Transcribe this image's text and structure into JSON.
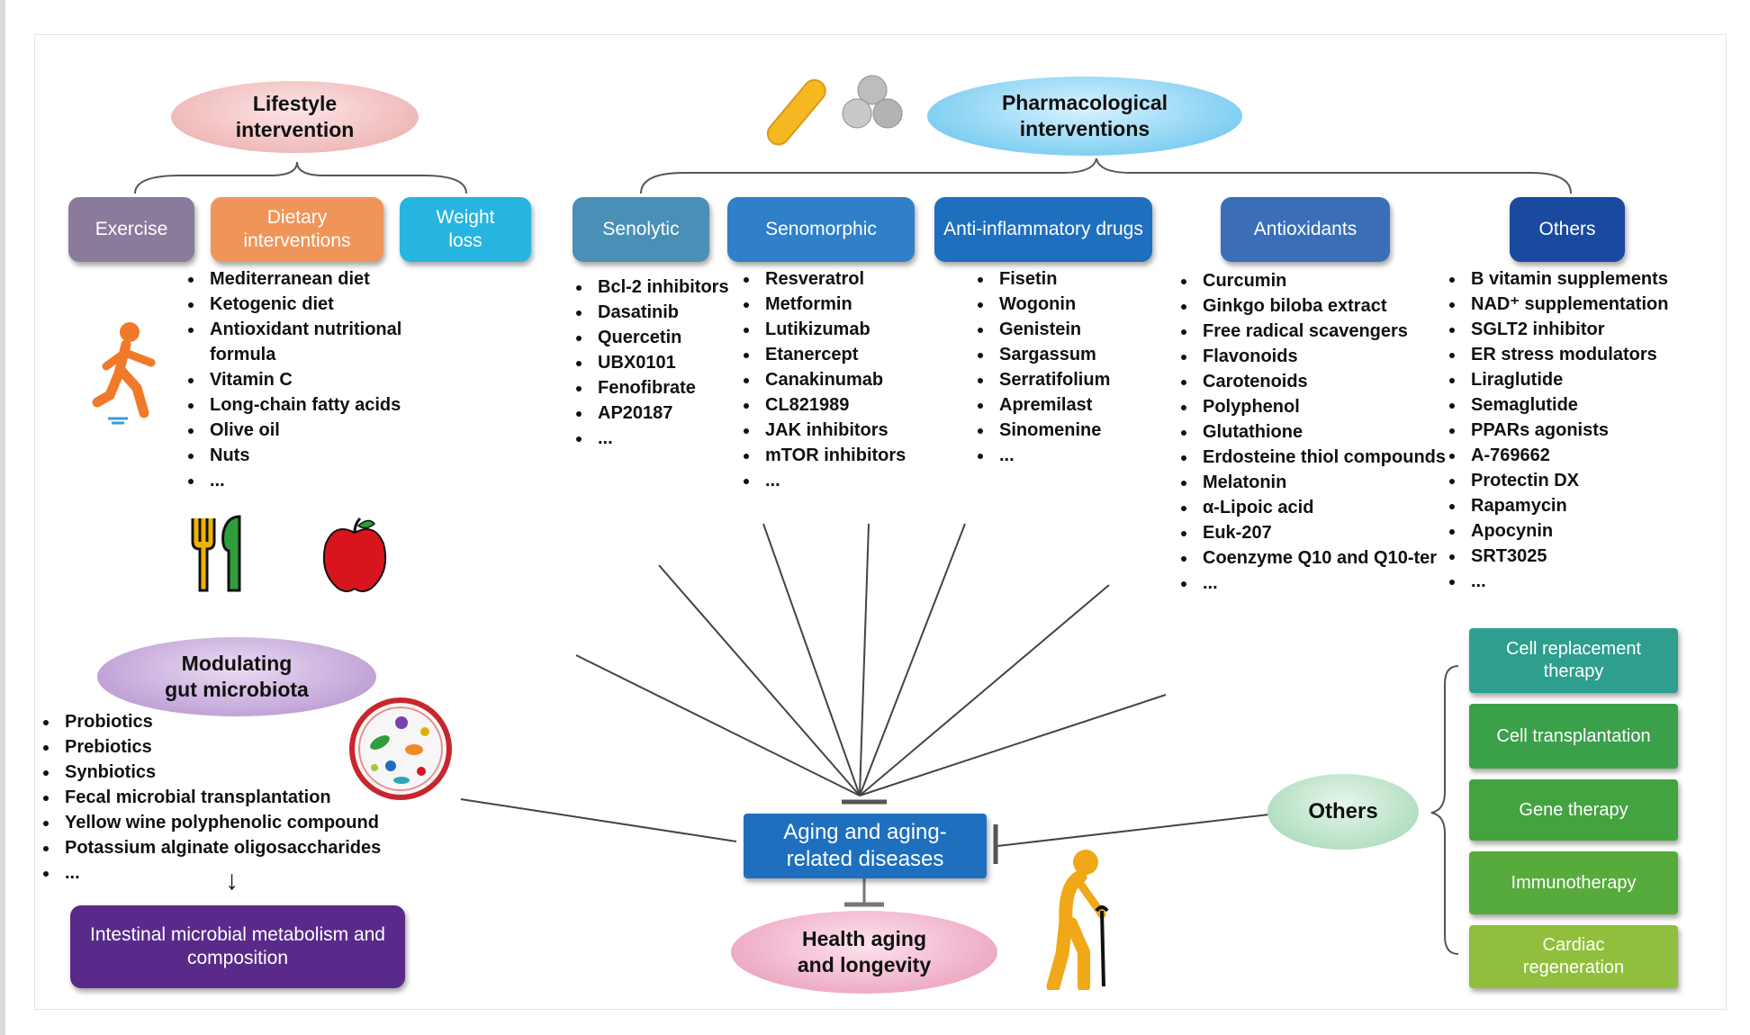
{
  "lifestyle": {
    "title_line1": "Lifestyle",
    "title_line2": "intervention",
    "categories": [
      {
        "label": "Exercise",
        "color": "#8a7b9c"
      },
      {
        "label": "Dietary interventions",
        "color": "#f0955a"
      },
      {
        "label": "Weight loss",
        "color": "#26b5e0"
      }
    ],
    "diet_items": [
      "Mediterranean diet",
      "Ketogenic diet",
      "Antioxidant nutritional formula",
      "Vitamin C",
      "Long-chain fatty acids",
      "Olive oil",
      "Nuts",
      "..."
    ]
  },
  "pharmacological": {
    "title_line1": "Pharmacological",
    "title_line2": "interventions",
    "categories": [
      {
        "label": "Senolytic",
        "color": "#4a8fb6",
        "items": [
          "Bcl-2 inhibitors",
          "Dasatinib",
          "Quercetin",
          "UBX0101",
          "Fenofibrate",
          "AP20187",
          "..."
        ]
      },
      {
        "label": "Senomorphic",
        "color": "#2f80c8",
        "items": [
          "Resveratrol",
          "Metformin",
          "Lutikizumab",
          "Etanercept",
          "Canakinumab",
          "CL821989",
          "JAK inhibitors",
          "mTOR inhibitors",
          "..."
        ]
      },
      {
        "label": "Anti-inflammatory drugs",
        "color": "#1f6fbf",
        "items": [
          "Fisetin",
          "Wogonin",
          "Genistein",
          "Sargassum",
          "Serratifolium",
          "Apremilast",
          "Sinomenine",
          "..."
        ]
      },
      {
        "label": "Antioxidants",
        "color": "#3a6fb8",
        "items": [
          "Curcumin",
          "Ginkgo biloba extract",
          "Free radical scavengers",
          "Flavonoids",
          "Carotenoids",
          "Polyphenol",
          "Glutathione",
          "Erdosteine thiol compounds",
          "Melatonin",
          "α-Lipoic acid",
          "Euk-207",
          "Coenzyme Q10 and Q10-ter",
          "..."
        ]
      },
      {
        "label": "Others",
        "color": "#1a4aa0",
        "items": [
          "B vitamin supplements",
          "NAD⁺ supplementation",
          "SGLT2 inhibitor",
          "ER stress modulators",
          "Liraglutide",
          "Semaglutide",
          "PPARs agonists",
          "A-769662",
          "Protectin DX",
          "Rapamycin",
          "Apocynin",
          "SRT3025",
          "..."
        ]
      }
    ]
  },
  "gut": {
    "title_line1": "Modulating",
    "title_line2": "gut microbiota",
    "items": [
      "Probiotics",
      "Prebiotics",
      "Synbiotics",
      "Fecal microbial transplantation",
      "Yellow wine polyphenolic compound",
      "Potassium alginate oligosaccharides",
      "..."
    ],
    "arrow_glyph": "↓",
    "result": "Intestinal microbial metabolism and composition"
  },
  "center": {
    "label": "Aging and aging-related diseases",
    "outcome_line1": "Health aging",
    "outcome_line2": "and longevity"
  },
  "others": {
    "label": "Others",
    "items": [
      {
        "label": "Cell replacement therapy",
        "color": "#2e9e8e"
      },
      {
        "label": "Cell transplantation",
        "color": "#3aa04a"
      },
      {
        "label": "Gene therapy",
        "color": "#43a33f"
      },
      {
        "label": "Immunotherapy",
        "color": "#56ab3c"
      },
      {
        "label": "Cardiac regeneration",
        "color": "#8fbf3c"
      }
    ]
  }
}
